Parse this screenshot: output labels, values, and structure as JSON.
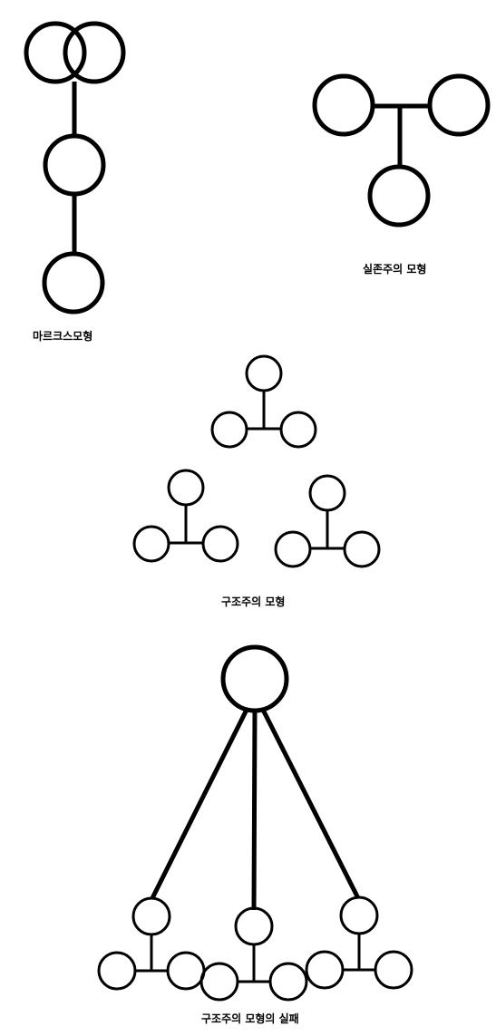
{
  "colors": {
    "stroke": "#000000",
    "background": "#ffffff"
  },
  "models": {
    "marx": {
      "label": "마르크스모형"
    },
    "existentialism": {
      "label": "실존주의 모형"
    },
    "structuralism": {
      "label": "구조주의 모형"
    },
    "structuralism_failure": {
      "label": "구조주의 모형의 실패"
    }
  }
}
